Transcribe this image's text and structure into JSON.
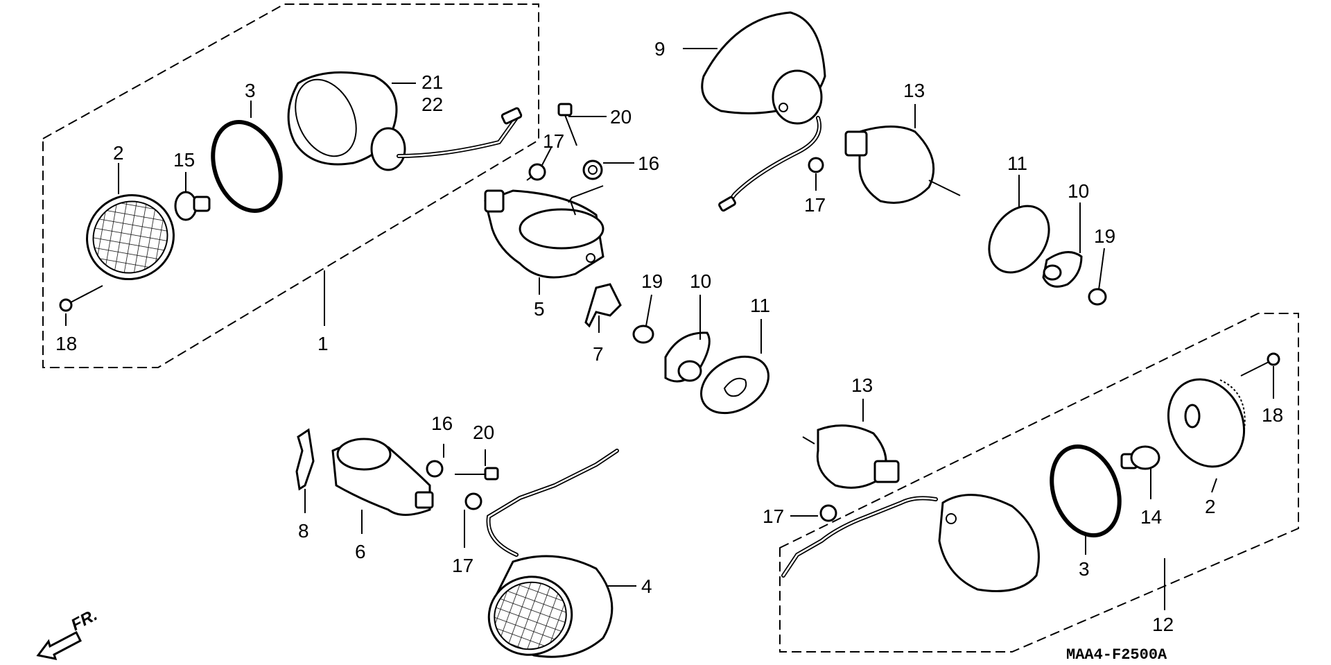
{
  "diagram": {
    "callouts": [
      "1",
      "2",
      "3",
      "4",
      "5",
      "6",
      "7",
      "8",
      "9",
      "10",
      "11",
      "12",
      "13",
      "14",
      "15",
      "16",
      "17",
      "18",
      "19",
      "20",
      "21",
      "22"
    ],
    "reference_code": "MAA4-F2500A",
    "direction_label": "FR."
  }
}
